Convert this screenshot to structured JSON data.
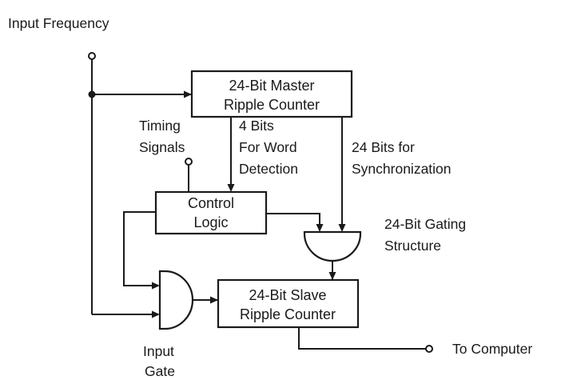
{
  "labels": {
    "input_frequency": "Input Frequency",
    "timing_signals_1": "Timing",
    "timing_signals_2": "Signals",
    "word_detection_1": "4 Bits",
    "word_detection_2": "For Word",
    "word_detection_3": "Detection",
    "sync_1": "24 Bits for",
    "sync_2": "Synchronization",
    "gating_1": "24-Bit Gating",
    "gating_2": "Structure",
    "input_gate_1": "Input",
    "input_gate_2": "Gate",
    "to_computer": "To Computer"
  },
  "blocks": {
    "master_1": "24-Bit Master",
    "master_2": "Ripple Counter",
    "control_1": "Control",
    "control_2": "Logic",
    "slave_1": "24-Bit Slave",
    "slave_2": "Ripple Counter"
  }
}
